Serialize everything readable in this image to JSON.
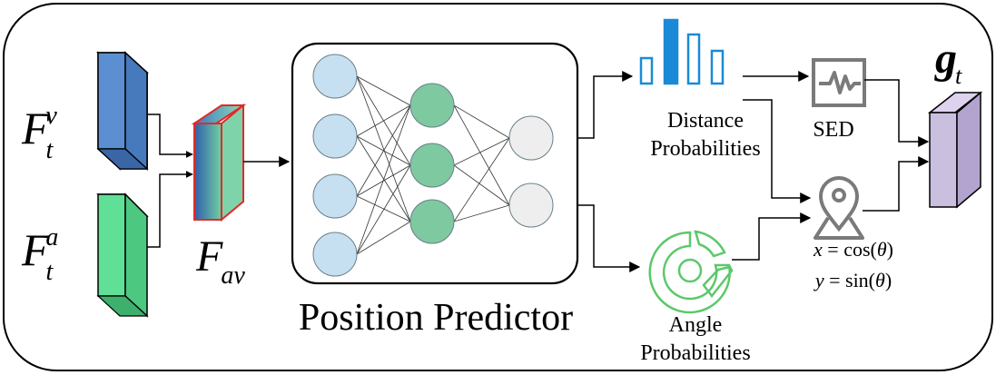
{
  "inputs": {
    "visual_feature": {
      "base": "F",
      "sub": "t",
      "sup": "v"
    },
    "audio_feature": {
      "base": "F",
      "sub": "t",
      "sup": "a"
    },
    "fused_feature": {
      "base": "F",
      "sub": "av"
    }
  },
  "position_predictor": {
    "label": "Position Predictor"
  },
  "distance_branch": {
    "line1": "Distance",
    "line2": "Probabilities"
  },
  "angle_branch": {
    "line1": "Angle",
    "line2": "Probabilities"
  },
  "sed_block": {
    "label": "SED"
  },
  "location": {
    "eq_x": {
      "var": "x",
      "rhs": " = cos(",
      "theta": "θ",
      "close": ")"
    },
    "eq_y": {
      "var": "y",
      "rhs": " = sin(",
      "theta": "θ",
      "close": ")"
    }
  },
  "output": {
    "base": "g",
    "sub": "t"
  },
  "colors": {
    "visual": "#5b8fd2",
    "audio": "#5fe096",
    "fused_start": "#2f5fae",
    "fused_end": "#72cfa0",
    "fused_border": "#e02a2a",
    "node_input": "#c6e0f1",
    "node_hidden": "#7fc9a0",
    "node_output": "#eeeeee",
    "histogram": "#1b8ad6",
    "pie": "#5cc86a",
    "output_block": "#cbbfe0",
    "icon_gray": "#7a7a7a"
  },
  "icons": {
    "distance": "bar-histogram-icon",
    "angle": "segmented-pie-icon",
    "sed": "waveform-icon",
    "location": "map-pin-icon"
  }
}
